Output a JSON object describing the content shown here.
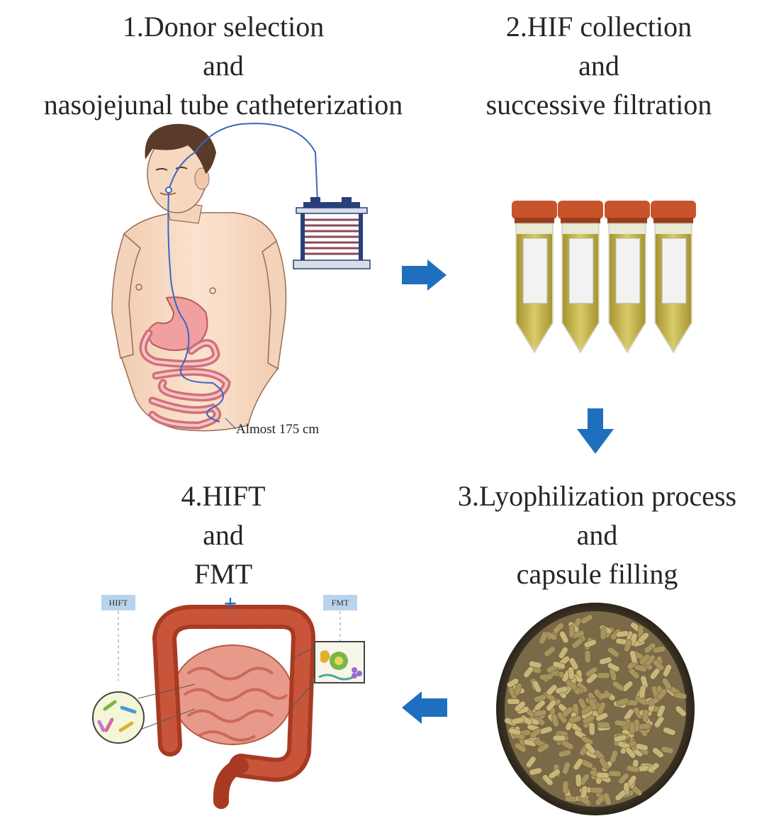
{
  "steps": [
    {
      "lines": [
        "1.Donor selection",
        "and",
        "nasojejunal tube catheterization"
      ]
    },
    {
      "lines": [
        "2.HIF collection",
        "and",
        "successive filtration"
      ]
    },
    {
      "lines": [
        "3.Lyophilization process",
        "and",
        "capsule filling"
      ]
    },
    {
      "lines": [
        "4.HIFT",
        "and",
        "FMT"
      ]
    }
  ],
  "annotation": "Almost 175 cm",
  "labels": {
    "hift": "HIFT",
    "fmt": "FMT",
    "plus": "+"
  },
  "colors": {
    "arrow": "#1f6fbf",
    "cap": "#c8542b",
    "fluid": "#c9b84a",
    "tube": "#3a66c4",
    "colon": "#b4442c",
    "capsule": "#b9a56a"
  },
  "icons": [
    "right-arrow-icon",
    "down-arrow-icon",
    "left-arrow-icon"
  ]
}
